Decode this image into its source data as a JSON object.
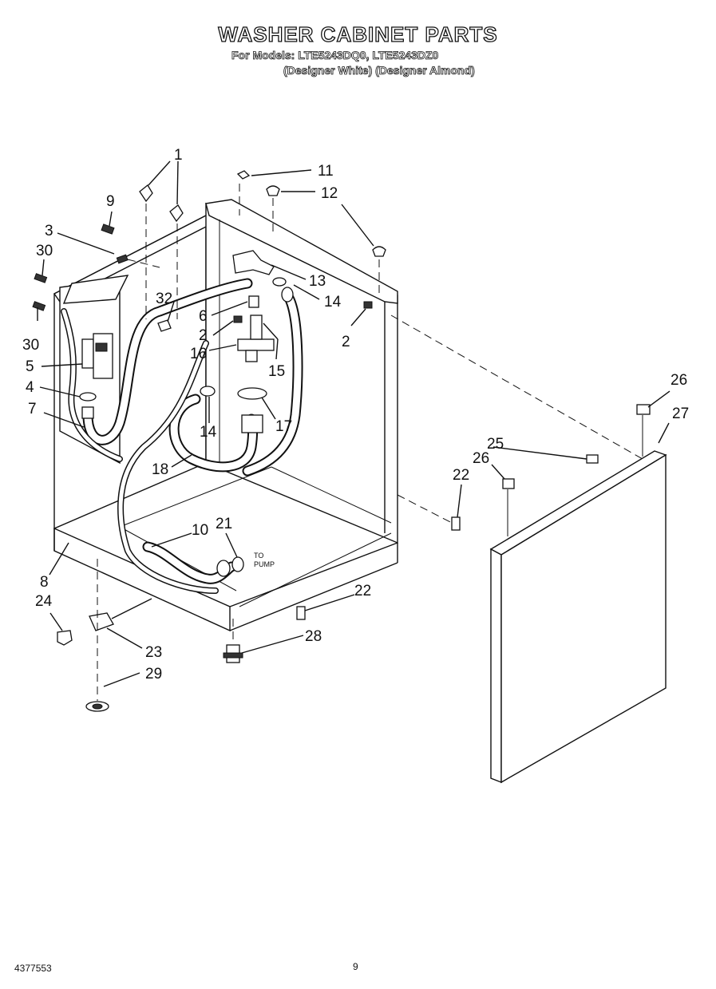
{
  "header": {
    "title": "WASHER CABINET PARTS",
    "models_line": "For Models: LTE5243DQ0, LTE5243DZ0",
    "colors_line": "(Designer White) (Designer Almond)"
  },
  "callouts": {
    "c1": "1",
    "c2a": "2",
    "c2b": "2",
    "c3": "3",
    "c4": "4",
    "c5": "5",
    "c6": "6",
    "c7": "7",
    "c8": "8",
    "c9": "9",
    "c10": "10",
    "c11": "11",
    "c12": "12",
    "c13": "13",
    "c14a": "14",
    "c14b": "14",
    "c15": "15",
    "c16": "16",
    "c17": "17",
    "c18": "18",
    "c21": "21",
    "c22a": "22",
    "c22b": "22",
    "c23": "23",
    "c24": "24",
    "c25": "25",
    "c26a": "26",
    "c26b": "26",
    "c27": "27",
    "c28": "28",
    "c29": "29",
    "c30a": "30",
    "c30b": "30",
    "c32": "32"
  },
  "annotations": {
    "to_pump_1": "TO",
    "to_pump_2": "PUMP"
  },
  "footer": {
    "doc_number": "4377553",
    "page_number": "9"
  }
}
